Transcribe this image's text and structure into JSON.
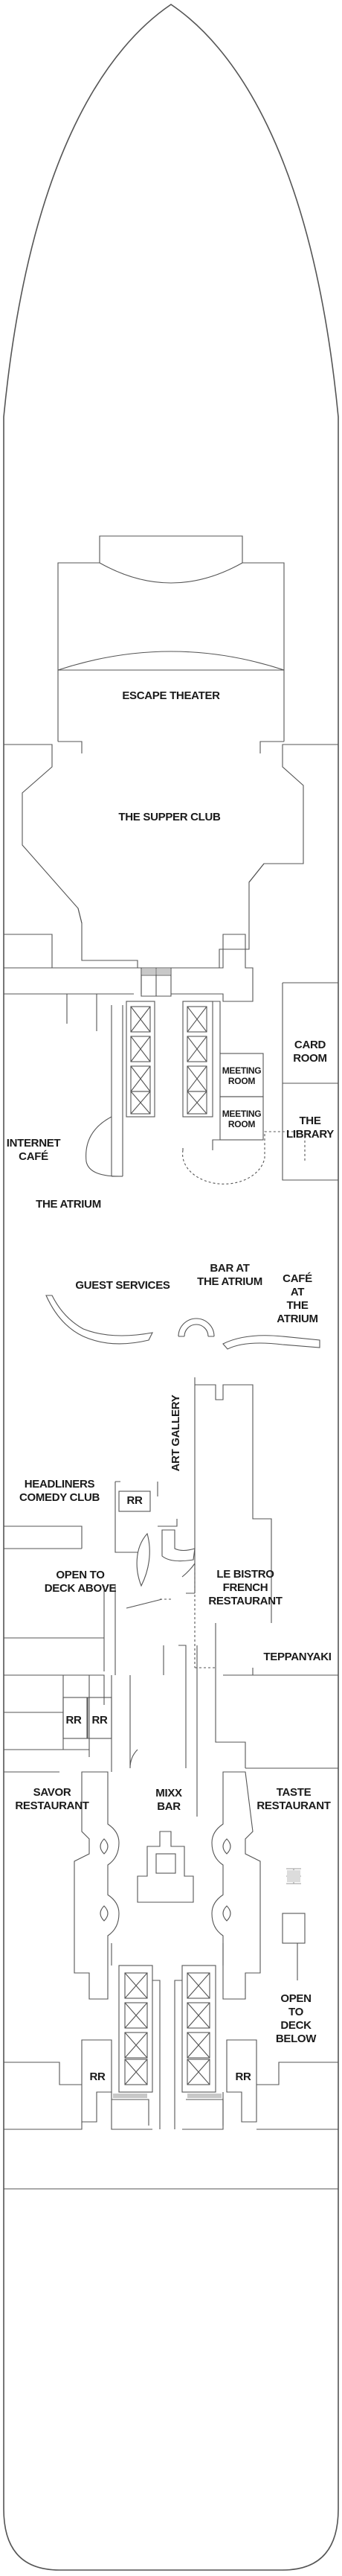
{
  "deck": {
    "labels": {
      "escape_theater": "ESCAPE THEATER",
      "supper_club": "THE SUPPER CLUB",
      "card_room": "CARD\nROOM",
      "the_library": "THE\nLIBRARY",
      "meeting_room_1": "MEETING\nROOM",
      "meeting_room_2": "MEETING\nROOM",
      "internet_cafe": "INTERNET\nCAFÉ",
      "the_atrium": "THE ATRIUM",
      "bar_at_atrium": "BAR AT\nTHE ATRIUM",
      "guest_services": "GUEST SERVICES",
      "cafe_at_atrium": "CAFÉ AT\nTHE ATRIUM",
      "art_gallery": "ART GALLERY",
      "rr_1": "RR",
      "headliners": "HEADLINERS\nCOMEDY CLUB",
      "open_to_deck_above": "OPEN TO\nDECK ABOVE",
      "le_bistro": "LE BISTRO\nFRENCH\nRESTAURANT",
      "teppanyaki": "TEPPANYAKI",
      "rr_2": "RR",
      "rr_3": "RR",
      "savor": "SAVOR\nRESTAURANT",
      "mixx_bar": "MIXX\nBAR",
      "taste": "TASTE\nRESTAURANT",
      "open_to_deck_below": "OPEN TO\nDECK BELOW",
      "rr_4": "RR",
      "rr_5": "RR"
    }
  }
}
